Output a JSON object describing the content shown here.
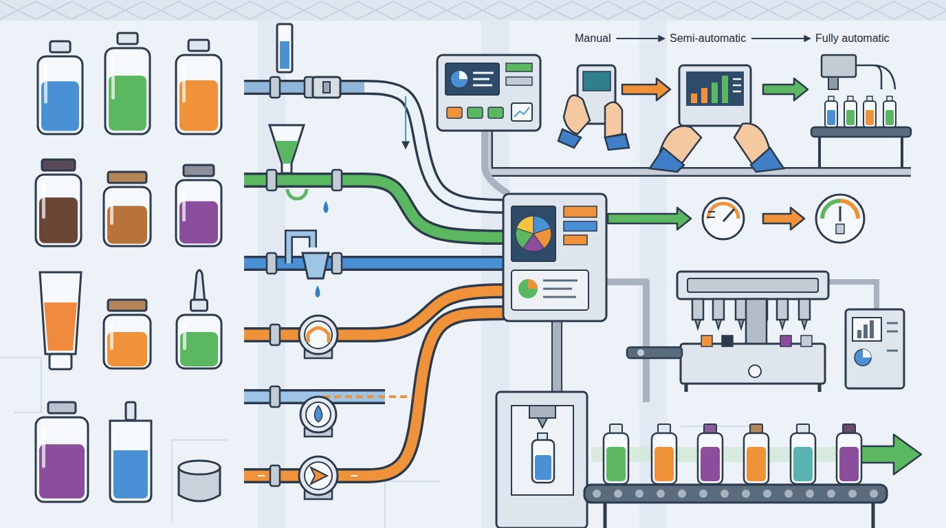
{
  "diagram": {
    "labels": [
      "Manual",
      "Semi-automatic",
      "Fully automatic"
    ]
  }
}
